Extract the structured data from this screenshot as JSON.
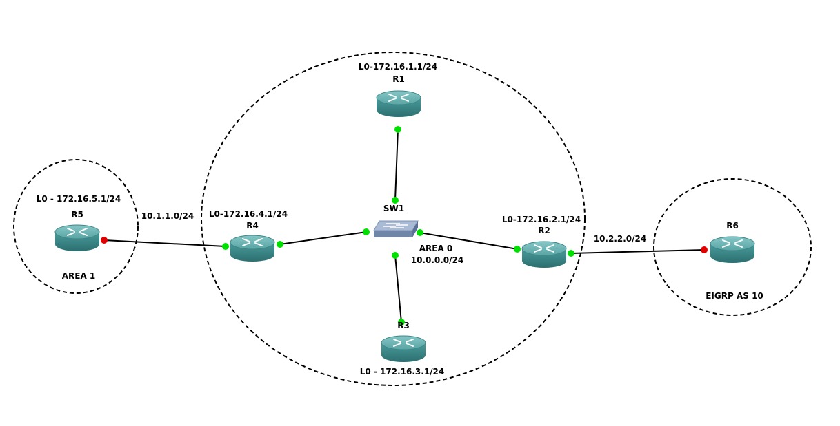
{
  "colors": {
    "router_body": "#3f8f8f",
    "router_top": "#6cb3b3",
    "switch_body": "#8fa3c0",
    "port_up": "#00e000",
    "port_down": "#e00000",
    "line": "#000000"
  },
  "areas": [
    {
      "id": "area1",
      "label": "AREA 1"
    },
    {
      "id": "area0",
      "label": "AREA 0"
    },
    {
      "id": "eigrp",
      "label": "EIGRP AS 10"
    }
  ],
  "routers": [
    {
      "id": "R1",
      "label": "R1",
      "loopback": "L0-172.16.1.1/24",
      "icon": "router-icon"
    },
    {
      "id": "R2",
      "label": "R2",
      "loopback": "L0-172.16.2.1/24",
      "icon": "router-icon"
    },
    {
      "id": "R3",
      "label": "R3",
      "loopback": "L0 - 172.16.3.1/24",
      "icon": "router-icon"
    },
    {
      "id": "R4",
      "label": "R4",
      "loopback": "L0-172.16.4.1/24",
      "icon": "router-icon"
    },
    {
      "id": "R5",
      "label": "R5",
      "loopback": "L0 - 172.16.5.1/24",
      "icon": "router-icon"
    },
    {
      "id": "R6",
      "label": "R6",
      "loopback": "",
      "icon": "router-icon"
    }
  ],
  "switch": {
    "id": "SW1",
    "label": "SW1",
    "icon": "switch-icon"
  },
  "networks": {
    "r5_r4": "10.1.1.0/24",
    "area0": "10.0.0.0/24",
    "r2_r6": "10.2.2.0/24"
  },
  "links": [
    {
      "from": "R5",
      "to": "R4",
      "status": "down-at-R5"
    },
    {
      "from": "R4",
      "to": "SW1",
      "status": "up"
    },
    {
      "from": "SW1",
      "to": "R1",
      "status": "up"
    },
    {
      "from": "SW1",
      "to": "R2",
      "status": "up"
    },
    {
      "from": "SW1",
      "to": "R3",
      "status": "up"
    },
    {
      "from": "R2",
      "to": "R6",
      "status": "down-at-R6"
    }
  ]
}
